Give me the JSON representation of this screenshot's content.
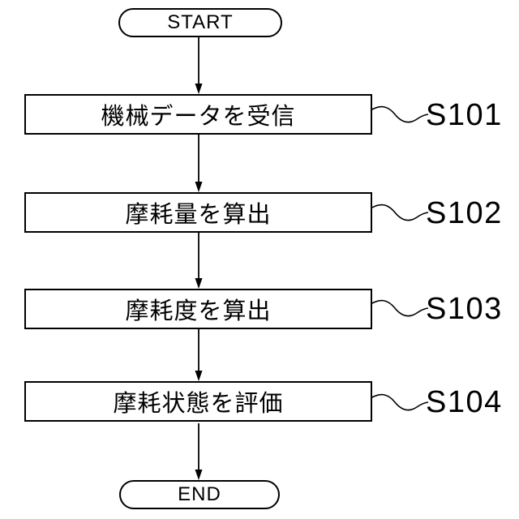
{
  "diagram": {
    "type": "flowchart",
    "start_label": "START",
    "end_label": "END",
    "steps": [
      {
        "step_id": "S101",
        "label": "機械データを受信"
      },
      {
        "step_id": "S102",
        "label": "摩耗量を算出"
      },
      {
        "step_id": "S103",
        "label": "摩耗度を算出"
      },
      {
        "step_id": "S104",
        "label": "摩耗状態を評価"
      }
    ],
    "colors": {
      "line": "#000000",
      "background": "#ffffff",
      "text": "#000000"
    }
  }
}
